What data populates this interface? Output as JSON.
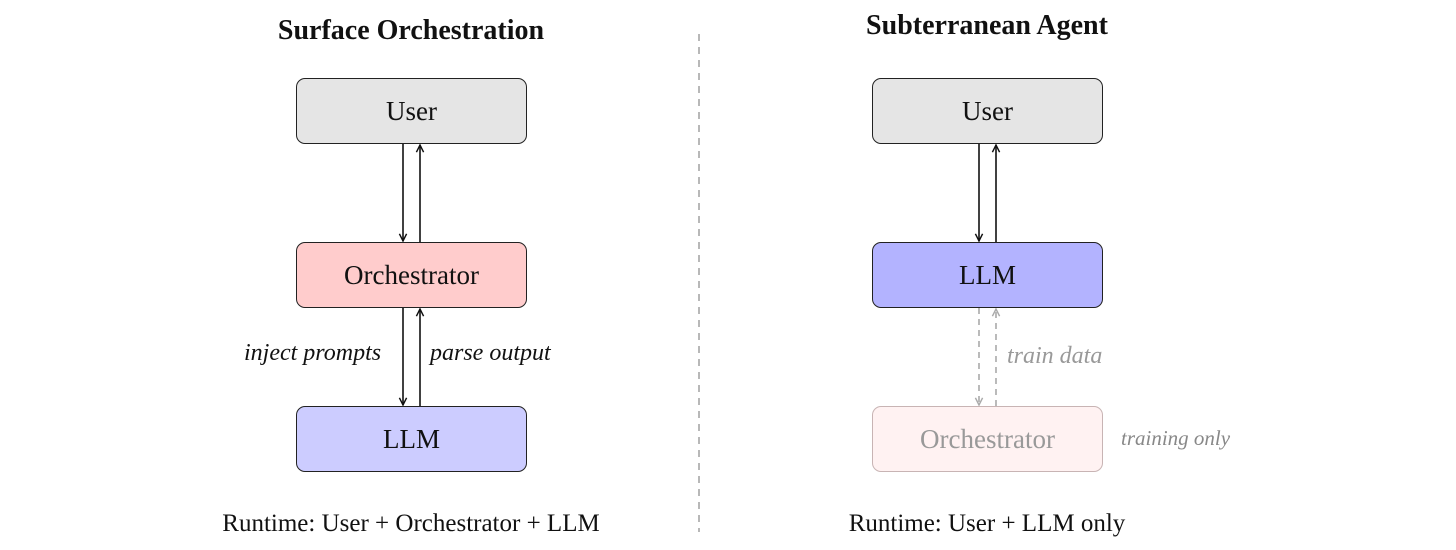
{
  "left_panel": {
    "title": "Surface Orchestration",
    "nodes": {
      "user": "User",
      "orchestrator": "Orchestrator",
      "llm": "LLM"
    },
    "edge_labels": {
      "down": "inject prompts",
      "up": "parse output"
    },
    "runtime": "Runtime: User + Orchestrator + LLM"
  },
  "right_panel": {
    "title": "Subterranean Agent",
    "nodes": {
      "user": "User",
      "llm": "LLM",
      "orchestrator": "Orchestrator"
    },
    "edge_labels": {
      "up": "train data"
    },
    "side_note": "training only",
    "runtime": "Runtime: User + LLM only"
  },
  "colors": {
    "user_fill": "#e5e5e5",
    "left_orchestrator_fill": "#ffcccc",
    "left_llm_fill": "#ccccff",
    "right_llm_fill": "#b3b3ff",
    "faded_orchestrator_fill": "#fff2f2",
    "faded_stroke": "#aaaaaa"
  }
}
